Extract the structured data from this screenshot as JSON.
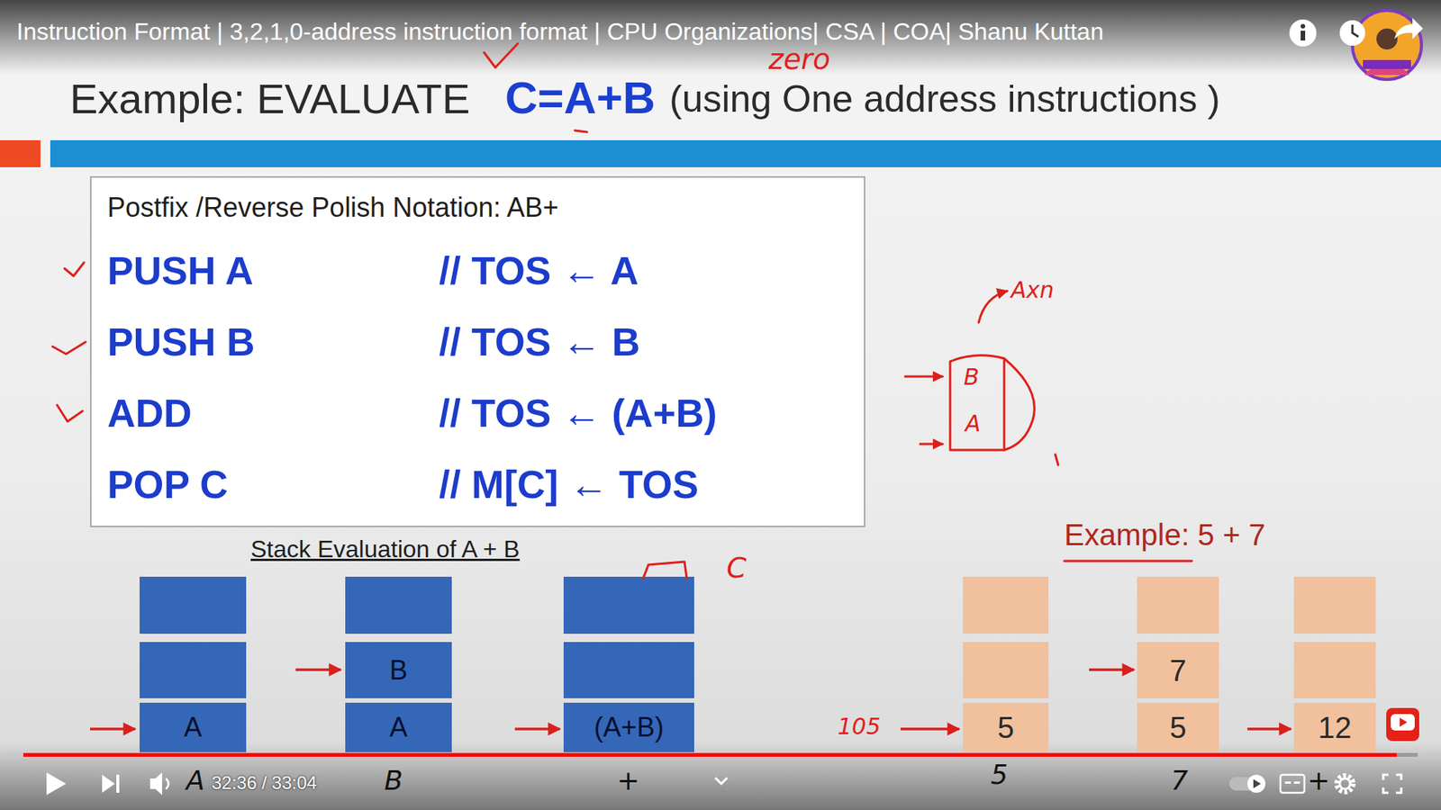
{
  "diagram": {
    "title": "Example: EVALUATE",
    "nodes": [
      {
        "text": [
          "Postfix /Reverse Polish Notation: AB+",
          "PUSH A",
          "// TOS ← A",
          "PUSH B",
          "// TOS ← B",
          "ADD",
          "// TOS ← (A+B)",
          "POP C",
          "// M[C] ← TOS"
        ]
      },
      {
        "text": [
          "A"
        ]
      },
      {
        "text": [
          "B"
        ]
      },
      {
        "text": [
          "A"
        ]
      },
      {
        "text": [
          "(A+B)"
        ]
      },
      {
        "text": [
          "5"
        ]
      },
      {
        "text": [
          "7"
        ]
      },
      {
        "text": [
          "5"
        ]
      },
      {
        "text": [
          "12"
        ]
      }
    ],
    "labels": [
      "Instruction Format | 3,2,1,0-address instruction format | CPU Organizations| CSA | COA| Shanu Kuttan",
      "C=A+B",
      "(using One address instructions )",
      "zero",
      "Stack Evaluation of A + B",
      "Example: 5 + 7",
      "105",
      "Axn",
      "B",
      "A",
      "C",
      "A",
      "B",
      "+",
      "5",
      "7",
      "+",
      "32:36 / 33:04"
    ]
  }
}
